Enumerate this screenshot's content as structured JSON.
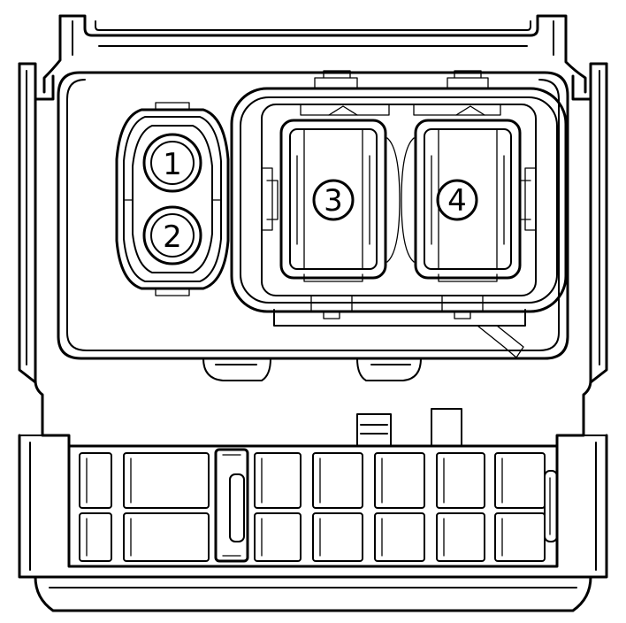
{
  "diagram": {
    "colors": {
      "line": "#000000",
      "background": "#ffffff"
    },
    "pins": [
      {
        "label": "1"
      },
      {
        "label": "2"
      },
      {
        "label": "3"
      },
      {
        "label": "4"
      }
    ]
  }
}
